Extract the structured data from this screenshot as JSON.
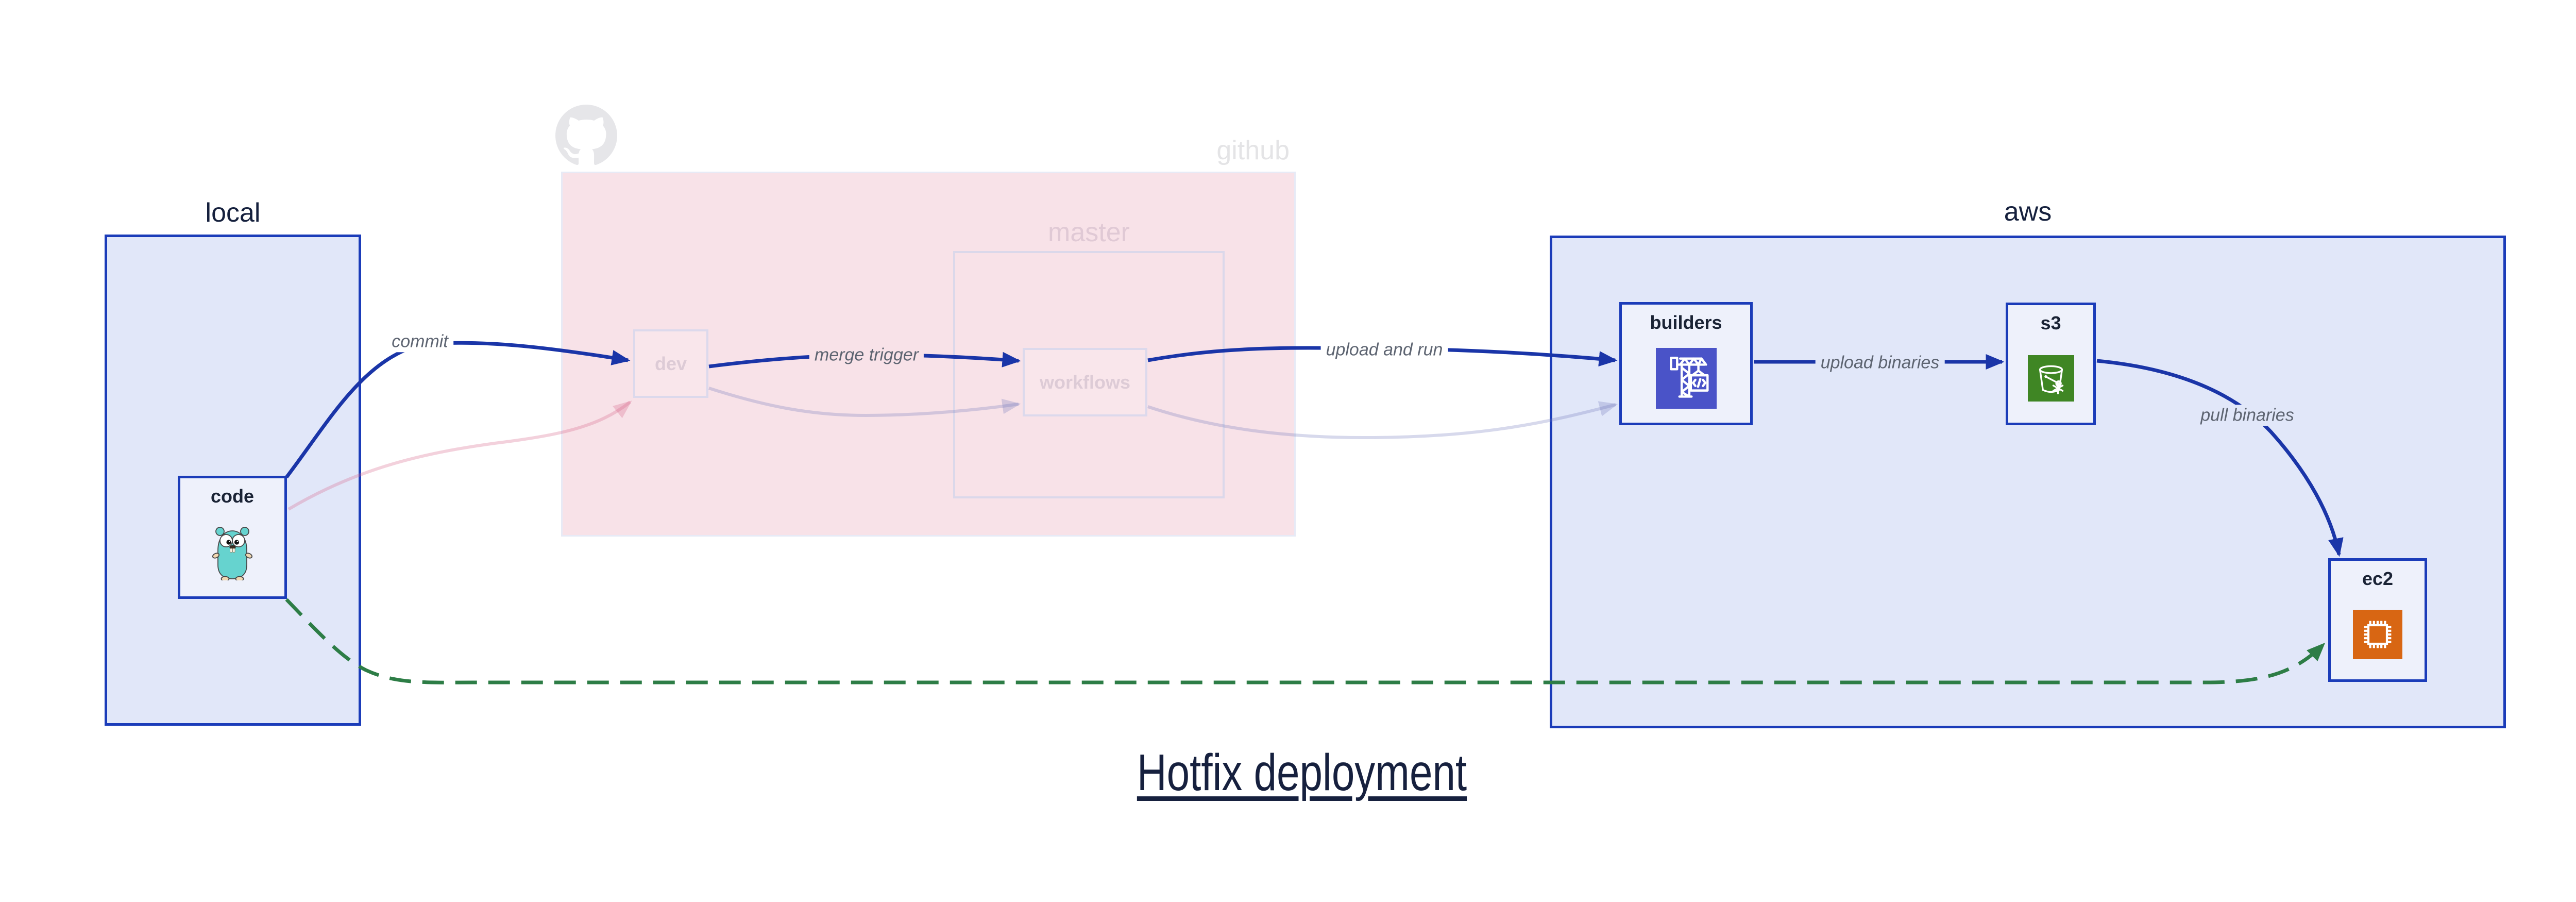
{
  "title": {
    "text": "Hotfix deployment"
  },
  "containers": {
    "local": {
      "label": "local"
    },
    "github": {
      "label": "github"
    },
    "master": {
      "label": "master"
    },
    "aws": {
      "label": "aws"
    }
  },
  "nodes": {
    "code": {
      "label": "code",
      "icon": "go-gopher-icon"
    },
    "dev": {
      "label": "dev"
    },
    "workflows": {
      "label": "workflows"
    },
    "builders": {
      "label": "builders",
      "icon": "aws-codebuild-icon"
    },
    "s3": {
      "label": "s3",
      "icon": "aws-s3-bucket-icon"
    },
    "ec2": {
      "label": "ec2",
      "icon": "aws-ec2-chip-icon"
    }
  },
  "edges": {
    "commit": {
      "label": "commit",
      "style": "solid",
      "color": "#1a35a8"
    },
    "merge_trigger": {
      "label": "merge trigger",
      "style": "solid",
      "color": "#1a35a8"
    },
    "upload_and_run": {
      "label": "upload and run",
      "style": "solid",
      "color": "#1a35a8"
    },
    "upload_binaries": {
      "label": "upload binaries",
      "style": "solid",
      "color": "#1a35a8"
    },
    "pull_binaries": {
      "label": "pull binaries",
      "style": "solid",
      "color": "#1a35a8"
    },
    "hotfix_direct": {
      "style": "dashed",
      "color": "#2d7d46"
    },
    "faded_code_to_dev": {
      "style": "faded-pink"
    },
    "faded_dev_to_workflows": {
      "style": "faded-lavender"
    },
    "faded_workflows_to_builders": {
      "style": "faded-lavender"
    }
  },
  "colors": {
    "edge_navy": "#1a35a8",
    "border_navy": "#1b3cb9",
    "container_fill": "#e1e7f9",
    "node_fill": "#eef1fb",
    "github_region_fill": "#f8e2e8",
    "hotfix_green": "#2d7d46",
    "codebuild_icon_bg": "#4a53c8",
    "s3_icon_bg": "#3f8624",
    "ec2_icon_bg": "#d86613",
    "gopher_teal": "#66d3cf"
  }
}
